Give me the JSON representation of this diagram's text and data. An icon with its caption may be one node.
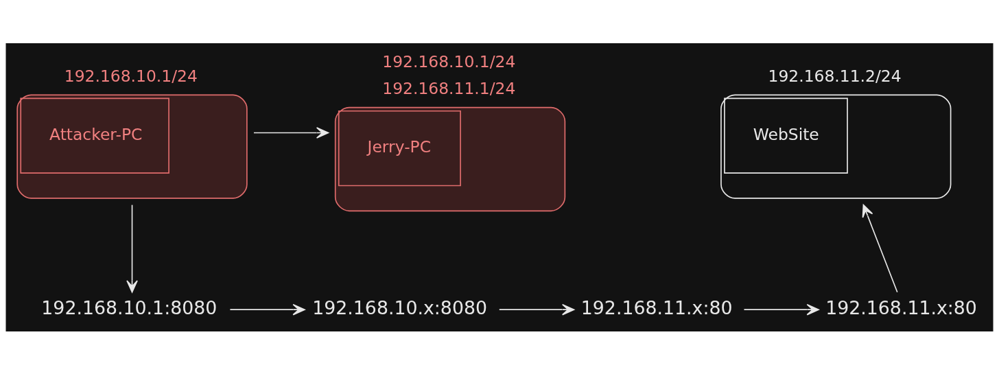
{
  "diagram": {
    "nodes": [
      {
        "text": [
          "Attacker-PC"
        ],
        "beside": [
          "192.168.10.1/24"
        ]
      },
      {
        "text": [
          "Jerry-PC"
        ],
        "beside": [
          "192.168.10.1/24",
          "192.168.11.1/24"
        ]
      },
      {
        "text": [
          "WebSite"
        ],
        "beside": [
          "192.168.11.2/24"
        ]
      },
      {
        "text": [
          "192.168.10.1:8080"
        ]
      },
      {
        "text": [
          "192.168.10.x:8080"
        ]
      },
      {
        "text": [
          "192.168.11.x:80"
        ]
      },
      {
        "text": [
          "192.168.11.x:80"
        ]
      }
    ],
    "edges": [
      {
        "from": 0,
        "to": 1,
        "arrow": "to"
      },
      {
        "from": 0,
        "to": 3,
        "arrow": "to"
      },
      {
        "from": 3,
        "to": 4,
        "arrow": "to"
      },
      {
        "from": 4,
        "to": 5,
        "arrow": "to"
      },
      {
        "from": 5,
        "to": 6,
        "arrow": "to"
      },
      {
        "from": 6,
        "to": 2,
        "arrow": "to"
      }
    ]
  }
}
